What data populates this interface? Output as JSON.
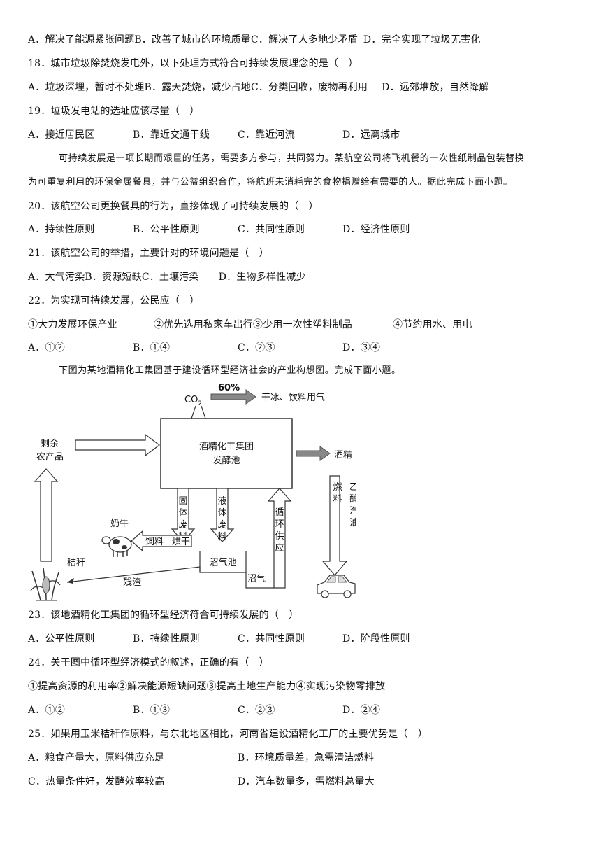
{
  "q17_options": {
    "a": "A．解决了能源紧张问题",
    "b": "B．改善了城市的环境质量",
    "c": "C．解决了人多地少矛盾",
    "d": "D．完全实现了垃圾无害化"
  },
  "q18": {
    "stem": "18．城市垃圾除焚烧发电外，以下处理方式符合可持续发展理念的是（　）",
    "a": "A．垃圾深埋，暂时不处理",
    "b": "B．露天焚烧，减少占地",
    "c": "C．分类回收，废物再利用",
    "d": "D．远郊堆放，自然降解"
  },
  "q19": {
    "stem": "19．垃圾发电站的选址应该尽量（　）",
    "a": "A．接近居民区",
    "b": "B．靠近交通干线",
    "c": "C．靠近河流",
    "d": "D．远离城市"
  },
  "passage1": {
    "line1": "可持续发展是一项长期而艰巨的任务，需要多方参与，共同努力。某航空公司将飞机餐的一次性纸制品包装替换",
    "line2": "为可重复利用的环保金属餐具，并与公益组织合作，将航班未消耗完的食物捐赠给有需要的人。据此完成下面小题。"
  },
  "q20": {
    "stem": "20．该航空公司更换餐具的行为，直接体现了可持续发展的（　）",
    "a": "A．持续性原则",
    "b": "B．公平性原则",
    "c": "C．共同性原则",
    "d": "D．经济性原则"
  },
  "q21": {
    "stem": "21．该航空公司的举措，主要针对的环境问题是（　）",
    "a": "A．大气污染",
    "b": "B．资源短缺",
    "c": "C．土壤污染",
    "d": "D．生物多样性减少"
  },
  "q22": {
    "stem": "22．为实现可持续发展，公民应（　）",
    "s1": "①大力发展环保产业",
    "s2": "②优先选用私家车出行",
    "s3": "③少用一次性塑料制品",
    "s4": "④节约用水、用电",
    "a": "A．①②",
    "b": "B．①④",
    "c": "C．②③",
    "d": "D．③④"
  },
  "passage2": "下图为某地酒精化工集团基于建设循环型经济社会的产业构想图。完成下面小题。",
  "diagram": {
    "co2": "CO",
    "co2_sub": "2",
    "percent": "60%",
    "dry_ice": "干冰、饮料用气",
    "surplus1": "剩余",
    "surplus2": "农产品",
    "center1": "酒精化工集团",
    "center2": "发酵池",
    "alcohol": "酒精",
    "fuel": [
      "燃",
      "料"
    ],
    "ethanol": [
      "乙",
      "醇",
      "汽",
      "油"
    ],
    "solid": [
      "固",
      "体",
      "废",
      "料"
    ],
    "liquid": [
      "液",
      "体",
      "废",
      "料"
    ],
    "cycle": [
      "循",
      "环",
      "供",
      "应"
    ],
    "cow": "奶牛",
    "straw": "秸秆",
    "feed": "饲料",
    "dry": "烘干",
    "biogas_pool": "沼气池",
    "residue": "残渣",
    "biogas": "沼气"
  },
  "q23": {
    "stem": "23．该地酒精化工集团的循环型经济符合可持续发展的（　）",
    "a": "A．公平性原则",
    "b": "B．持续性原则",
    "c": "C．共同性原则",
    "d": "D．阶段性原则"
  },
  "q24": {
    "stem": "24．关于图中循环型经济模式的叙述，正确的有（　）",
    "statements": "①提高资源的利用率②解决能源短缺问题③提高土地生产能力④实现污染物零排放",
    "a": "A．①②",
    "b": "B．①③",
    "c": "C．②③",
    "d": "D．②④"
  },
  "q25": {
    "stem": "25．如果用玉米秸秆作原料，与东北地区相比，河南省建设酒精化工厂的主要优势是（　）",
    "a": "A．粮食产量大，原料供应充足",
    "b": "B．环境质量差，急需清洁燃料",
    "c": "C．热量条件好，发酵效率较高",
    "d": "D．汽车数量多，需燃料总量大"
  }
}
